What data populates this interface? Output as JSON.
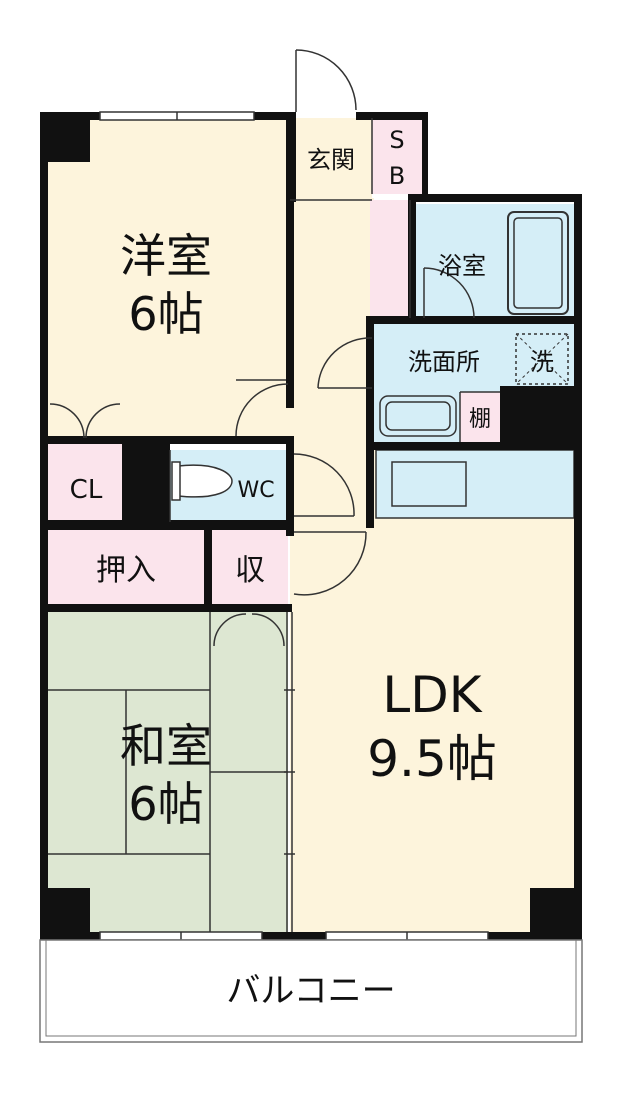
{
  "rooms": {
    "western": {
      "name": "洋室",
      "size": "6帖"
    },
    "japanese": {
      "name": "和室",
      "size": "6帖"
    },
    "ldk": {
      "name": "LDK",
      "size": "9.5帖"
    },
    "entrance": "玄関",
    "shoe_box": {
      "line1": "S",
      "line2": "B"
    },
    "bath": "浴室",
    "washroom": "洗面所",
    "washer": "洗",
    "shelf": "棚",
    "closet": "CL",
    "toilet": "WC",
    "oshiire": "押入",
    "storage": "収",
    "balcony": "バルコニー"
  },
  "colors": {
    "wall": "#111111",
    "western_floor": "#fdf4dc",
    "japanese_floor": "#dde7d2",
    "ldk_floor": "#fdf4dc",
    "corridor_floor": "#fdf4dc",
    "wet_area": "#d5eef7",
    "storage_pink": "#fbe4ec",
    "balcony_floor": "#ffffff"
  }
}
